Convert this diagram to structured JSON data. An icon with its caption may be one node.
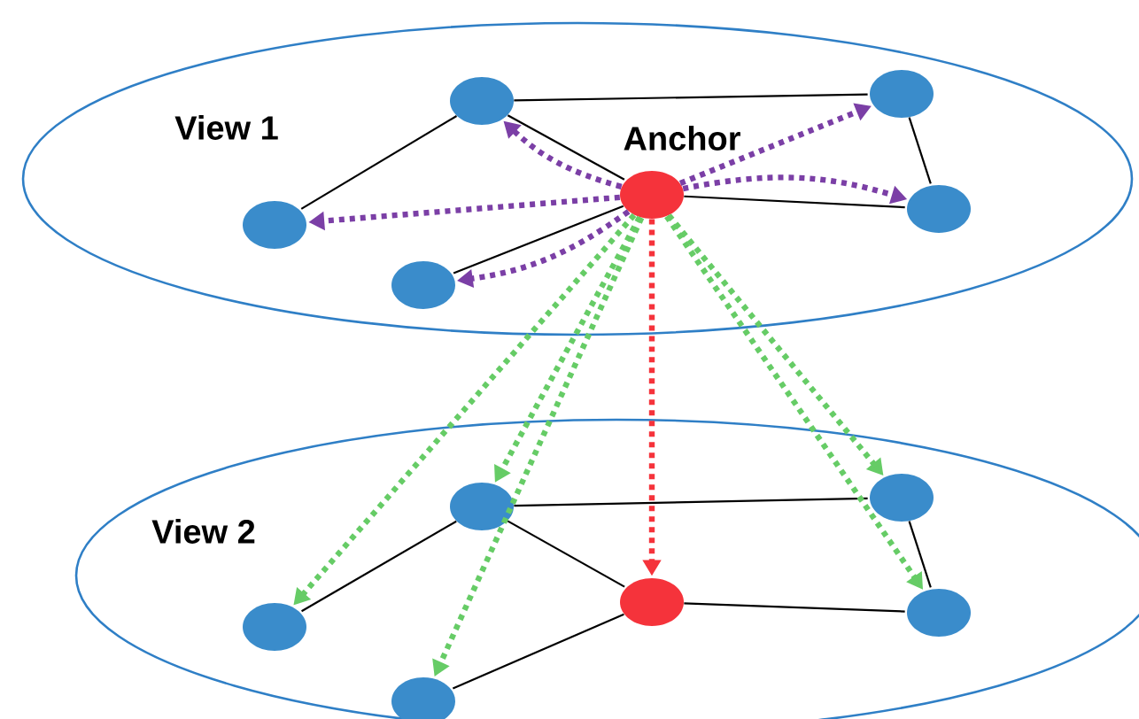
{
  "diagram": {
    "nodes": [
      {
        "text": [
          "View 1"
        ]
      },
      {
        "text": [],
        "shape": "circle",
        "in": 0
      },
      {
        "text": [],
        "shape": "circle",
        "in": 0
      },
      {
        "text": [],
        "shape": "circle",
        "in": 0,
        "beside": [
          "Anchor"
        ]
      },
      {
        "text": [],
        "shape": "circle",
        "in": 0
      },
      {
        "text": [],
        "shape": "circle",
        "in": 0
      },
      {
        "text": [],
        "shape": "circle",
        "in": 0
      },
      {
        "text": [
          "View 2"
        ]
      },
      {
        "text": [],
        "shape": "circle",
        "in": 7
      },
      {
        "text": [],
        "shape": "circle",
        "in": 7
      },
      {
        "text": [],
        "shape": "circle",
        "in": 7
      },
      {
        "text": [],
        "shape": "circle",
        "in": 7
      },
      {
        "text": [],
        "shape": "circle",
        "in": 7
      },
      {
        "text": [],
        "shape": "circle",
        "in": 7
      }
    ],
    "edges": [
      {
        "from": 1,
        "to": 2,
        "arrow": "none"
      },
      {
        "from": 1,
        "to": 4,
        "arrow": "none"
      },
      {
        "from": 1,
        "to": 3,
        "arrow": "none"
      },
      {
        "from": 2,
        "to": 5,
        "arrow": "none"
      },
      {
        "from": 3,
        "to": 5,
        "arrow": "none"
      },
      {
        "from": 3,
        "to": 6,
        "arrow": "none"
      },
      {
        "from": 3,
        "to": 1,
        "arrow": "to",
        "style": "dashed",
        "color": "#7b3fa6"
      },
      {
        "from": 3,
        "to": 2,
        "arrow": "to",
        "style": "dashed",
        "color": "#7b3fa6"
      },
      {
        "from": 3,
        "to": 4,
        "arrow": "to",
        "style": "dashed",
        "color": "#7b3fa6"
      },
      {
        "from": 3,
        "to": 5,
        "arrow": "to",
        "style": "dashed",
        "color": "#7b3fa6"
      },
      {
        "from": 3,
        "to": 6,
        "arrow": "to",
        "style": "dashed",
        "color": "#7b3fa6"
      },
      {
        "from": 8,
        "to": 9,
        "arrow": "none"
      },
      {
        "from": 8,
        "to": 12,
        "arrow": "none"
      },
      {
        "from": 8,
        "to": 10,
        "arrow": "none"
      },
      {
        "from": 9,
        "to": 11,
        "arrow": "none"
      },
      {
        "from": 10,
        "to": 11,
        "arrow": "none"
      },
      {
        "from": 10,
        "to": 13,
        "arrow": "none"
      },
      {
        "from": 3,
        "to": 12,
        "arrow": "to",
        "style": "dashed",
        "color": "#66cc66"
      },
      {
        "from": 3,
        "to": 8,
        "arrow": "to",
        "style": "dashed",
        "color": "#66cc66"
      },
      {
        "from": 3,
        "to": 13,
        "arrow": "to",
        "style": "dashed",
        "color": "#66cc66"
      },
      {
        "from": 3,
        "to": 9,
        "arrow": "to",
        "style": "dashed",
        "color": "#66cc66"
      },
      {
        "from": 3,
        "to": 11,
        "arrow": "to",
        "style": "dashed",
        "color": "#66cc66"
      },
      {
        "from": 3,
        "to": 10,
        "arrow": "to",
        "style": "dashed",
        "color": "#f5333b"
      }
    ]
  }
}
